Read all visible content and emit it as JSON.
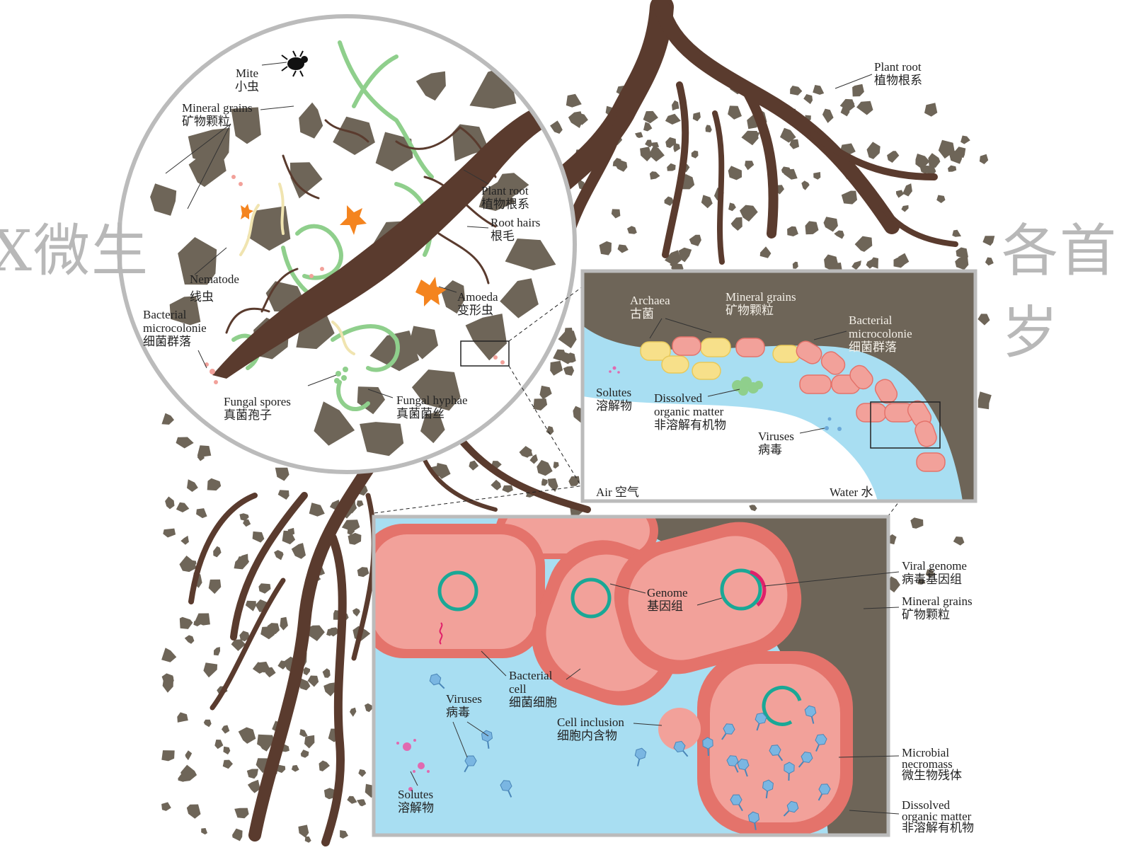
{
  "watermark": {
    "left": "X微生",
    "right": "各首岁"
  },
  "circle_labels": {
    "mite": {
      "en": "Mite",
      "zh": "小虫"
    },
    "mineral_grains": {
      "en": "Mineral grains",
      "zh": "矿物颗粒"
    },
    "plant_root": {
      "en": "Plant root",
      "zh": "植物根系"
    },
    "root_hairs": {
      "en": "Root hairs",
      "zh": "根毛"
    },
    "nematode": {
      "en": "Nematode",
      "zh": "线虫"
    },
    "amoeda": {
      "en": "Amoeda",
      "zh": "变形虫"
    },
    "bacterial_microcolonie": {
      "en1": "Bacterial",
      "en2": "microcolonie",
      "zh": "细菌群落"
    },
    "fungal_spores": {
      "en": "Fungal spores",
      "zh": "真菌孢子"
    },
    "fungal_hyphae": {
      "en": "Fungal hyphae",
      "zh": "真菌菌丝"
    }
  },
  "outer_labels": {
    "plant_root": {
      "en": "Plant root",
      "zh": "植物根系"
    }
  },
  "mid_panel": {
    "archaea": {
      "en": "Archaea",
      "zh": "古菌"
    },
    "mineral_grains": {
      "en": "Mineral grains",
      "zh": "矿物颗粒"
    },
    "bacterial_microcolonie": {
      "en1": "Bacterial",
      "en2": "microcolonie",
      "zh": "细菌群落"
    },
    "solutes": {
      "en": "Solutes",
      "zh": "溶解物"
    },
    "dom": {
      "en1": "Dissolved",
      "en2": "organic matter",
      "zh": "非溶解有机物"
    },
    "viruses": {
      "en": "Viruses",
      "zh": "病毒"
    },
    "air": "Air 空气",
    "water": "Water 水"
  },
  "bottom_panel": {
    "genome": {
      "en": "Genome",
      "zh": "基因组"
    },
    "bacterial_cell": {
      "en1": "Bacterial",
      "en2": "cell",
      "zh": "细菌细胞"
    },
    "viruses": {
      "en": "Viruses",
      "zh": "病毒"
    },
    "cell_inclusion": {
      "en": "Cell inclusion",
      "zh": "细胞内含物"
    },
    "solutes": {
      "en": "Solutes",
      "zh": "溶解物"
    }
  },
  "right_labels": {
    "viral_genome": {
      "en": "Viral genome",
      "zh": "病毒基因组"
    },
    "mineral_grains": {
      "en": "Mineral grains",
      "zh": "矿物颗粒"
    },
    "microbial_necromass": {
      "en1": "Microbial",
      "en2": "necromass",
      "zh": "微生物残体"
    },
    "dom": {
      "en1": "Dissolved",
      "en2": "organic matter",
      "zh": "非溶解有机物"
    }
  },
  "colors": {
    "mineral": "#6e6558",
    "root": "#5a3b2e",
    "water": "#a8def2",
    "bacteria": "#f2a19a",
    "bacteria_edge": "#e4736b",
    "archaea": "#f7e08a",
    "hyphae": "#8fcf8c",
    "genome": "#1aa896",
    "viral_genome": "#e0206a",
    "amoeba": "#f4841f"
  }
}
